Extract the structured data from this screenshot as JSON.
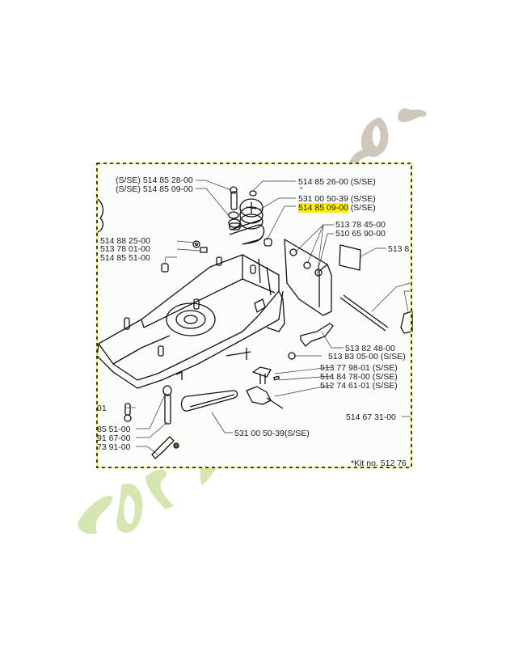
{
  "diagram": {
    "type": "exploded parts diagram",
    "highlight_color": "#fff200",
    "border_colors": [
      "#000000",
      "#ffff00"
    ],
    "watermark": {
      "text": "foret...com",
      "colors": [
        "#d6e6b0",
        "#f9cf9a",
        "#cfc6bc"
      ]
    },
    "labels": [
      {
        "id": "l1",
        "text": "(S/SE) 514 85 28-00"
      },
      {
        "id": "l2",
        "text": "(S/SE) 514 85 09-00"
      },
      {
        "id": "l3",
        "text": "514 88 25-00"
      },
      {
        "id": "l4",
        "text": "513 78 01-00"
      },
      {
        "id": "l5",
        "text": "514 85 51-00"
      },
      {
        "id": "r1",
        "text": "514 85 26-00 (S/SE)"
      },
      {
        "id": "r1b",
        "text": "*"
      },
      {
        "id": "r2",
        "text": "531 00 50-39 (S/SE)"
      },
      {
        "id": "r3",
        "text": "514 85 09-00",
        "highlighted": true
      },
      {
        "id": "r3s",
        "text": " (S/SE)"
      },
      {
        "id": "r4",
        "text": "513 78 45-00"
      },
      {
        "id": "r5",
        "text": "510 65 90-00"
      },
      {
        "id": "r6",
        "text": "513 8"
      },
      {
        "id": "r7",
        "text": "513 82 48-00"
      },
      {
        "id": "r8",
        "text": "513 83 05-00 (S/SE)"
      },
      {
        "id": "r9",
        "text": "513 77 98-01 (S/SE)"
      },
      {
        "id": "r10",
        "text": "514 84 78-00 (S/SE)"
      },
      {
        "id": "r11",
        "text": "512 74 61-01 (S/SE)"
      },
      {
        "id": "r12",
        "text": "514 67 31-00"
      },
      {
        "id": "b1",
        "text": "01"
      },
      {
        "id": "b2",
        "text": "85 51-00"
      },
      {
        "id": "b3",
        "text": "91 67-00"
      },
      {
        "id": "b4",
        "text": "73 91-00"
      },
      {
        "id": "b5",
        "text": "531 00 50-39(S/SE)"
      },
      {
        "id": "kit",
        "text": "*Kit no. 512 76"
      }
    ]
  }
}
